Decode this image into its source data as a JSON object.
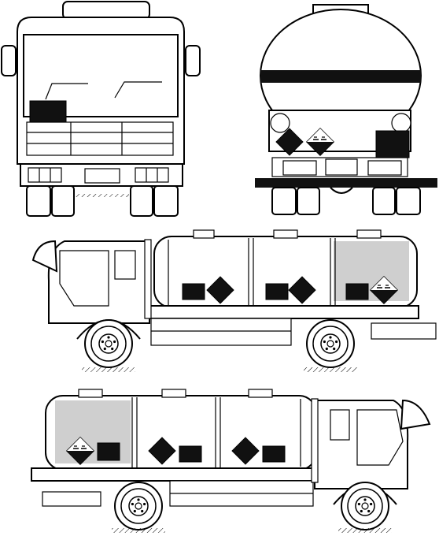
{
  "figure": {
    "views": [
      "front-view",
      "rear-view",
      "left-side-view",
      "right-side-view"
    ]
  },
  "colors": {
    "line": "#000000",
    "plate": "#111111",
    "shade": "#cfcfcf",
    "background": "#ffffff"
  },
  "icons": [
    "diamond-hazard-sign",
    "corrosive-pictogram",
    "orange-plate"
  ]
}
